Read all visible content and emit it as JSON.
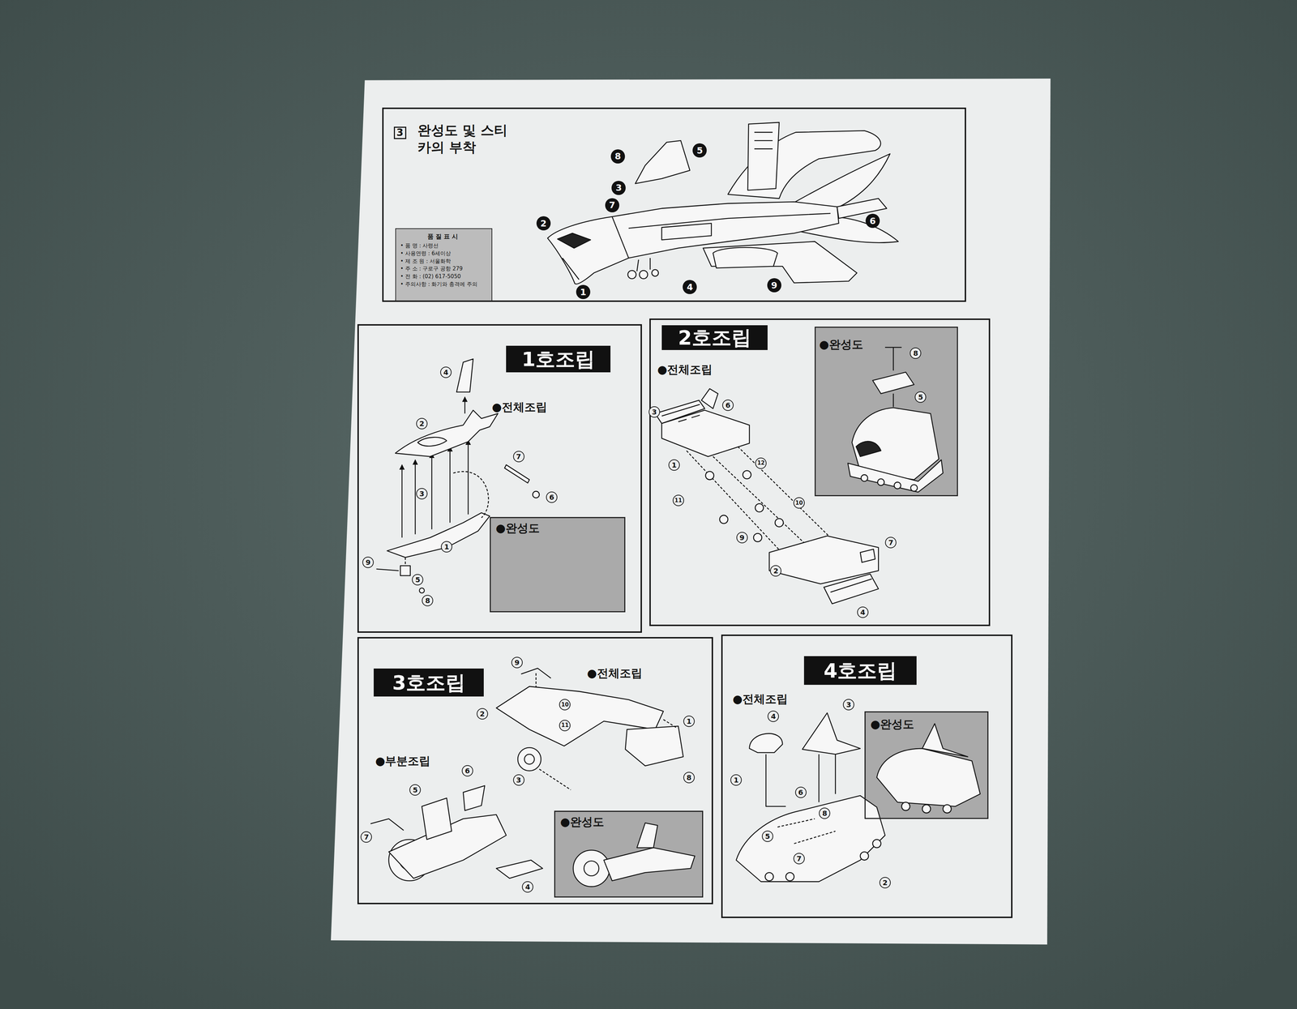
{
  "diagram": {
    "nodes": [
      {
        "text": [
          "완성도 및 스티카의 부착"
        ]
      },
      {
        "text": [
          "3"
        ],
        "in": 0
      },
      {
        "text": [
          "품질표시",
          "• 품 명 : 사령선",
          "• 사용연령 : 6세이상",
          "• 제 조 원 : 서울화학",
          "• 주 소 : 구로구 공항 279",
          "• 전 화 : (02) 617-5050",
          "• 주의사항 : 화기와 충격에 주의"
        ],
        "in": 0
      },
      {
        "text": [
          "●전체조립"
        ]
      },
      {
        "text": [
          "1호조립"
        ],
        "in": 3
      },
      {
        "text": [
          "●완성도"
        ],
        "in": 3
      },
      {
        "text": [
          "●전체조립"
        ]
      },
      {
        "text": [
          "2호조립"
        ],
        "in": 6
      },
      {
        "text": [
          "●완성도"
        ],
        "in": 6
      },
      {
        "text": [
          "●전체조립",
          "●부분조립"
        ]
      },
      {
        "text": [
          "3호조립"
        ],
        "in": 9
      },
      {
        "text": [
          "●완성도"
        ],
        "in": 9
      },
      {
        "text": [
          "●전체조립"
        ]
      },
      {
        "text": [
          "4호조립"
        ],
        "in": 12
      },
      {
        "text": [
          "●완성도"
        ],
        "in": 12
      }
    ],
    "labels": [
      "8",
      "5",
      "3",
      "7",
      "2",
      "6",
      "1",
      "4",
      "9",
      "4",
      "2",
      "3",
      "7",
      "6",
      "1",
      "9",
      "5",
      "8",
      "3",
      "6",
      "1",
      "12",
      "11",
      "10",
      "9",
      "7",
      "2",
      "4",
      "8",
      "5",
      "9",
      "2",
      "10",
      "11",
      "1",
      "3",
      "8",
      "5",
      "6",
      "7",
      "4",
      "4",
      "3",
      "1",
      "6",
      "8",
      "5",
      "7",
      "2"
    ]
  }
}
